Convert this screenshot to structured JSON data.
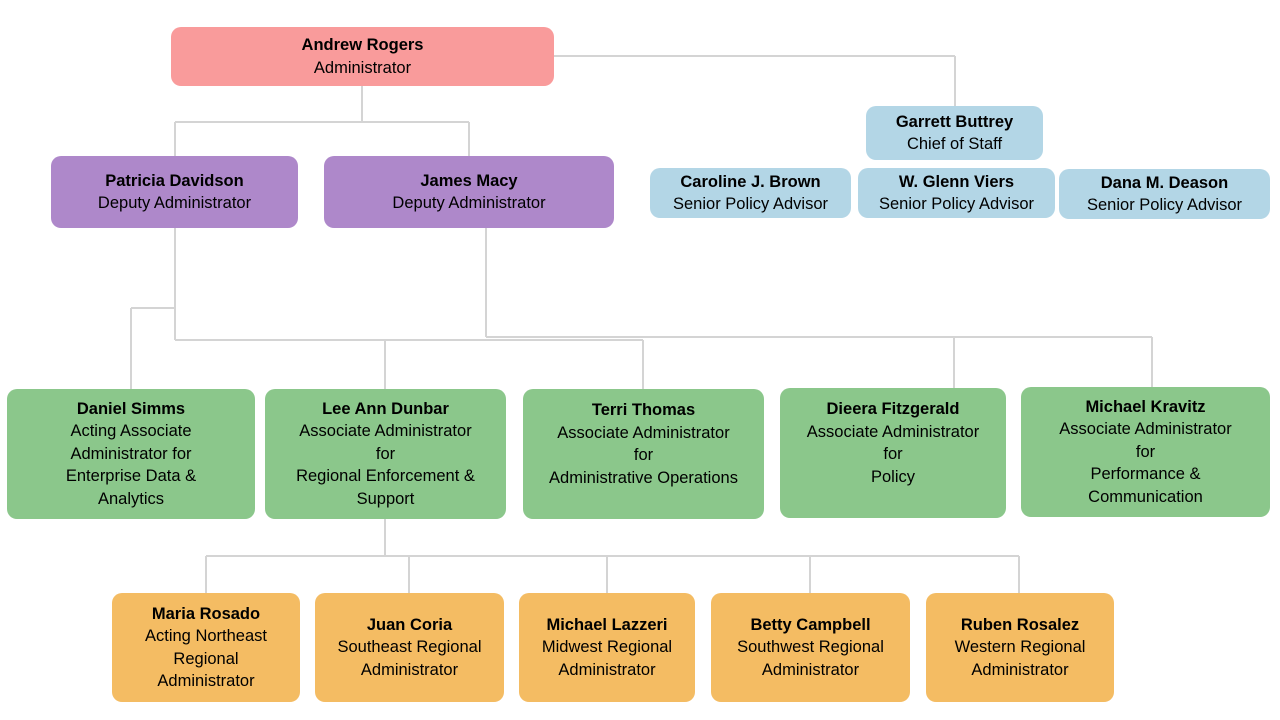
{
  "administrator": {
    "name": "Andrew Rogers",
    "title": "Administrator"
  },
  "chief_of_staff": {
    "name": "Garrett Buttrey",
    "title": "Chief of Staff"
  },
  "senior_policy_advisors": [
    {
      "name": "Caroline J. Brown",
      "title": "Senior Policy Advisor"
    },
    {
      "name": "W. Glenn Viers",
      "title": "Senior Policy Advisor"
    },
    {
      "name": "Dana M. Deason",
      "title": "Senior Policy Advisor"
    }
  ],
  "deputy_administrators": [
    {
      "name": "Patricia Davidson",
      "title": "Deputy Administrator"
    },
    {
      "name": "James Macy",
      "title": "Deputy Administrator"
    }
  ],
  "associate_administrators": [
    {
      "name": "Daniel Simms",
      "title": "Acting Associate\nAdministrator for\nEnterprise Data &\nAnalytics"
    },
    {
      "name": "Lee Ann Dunbar",
      "title": "Associate Administrator\nfor\nRegional Enforcement &\nSupport"
    },
    {
      "name": "Terri Thomas",
      "title": "Associate Administrator\nfor\nAdministrative Operations"
    },
    {
      "name": "Dieera Fitzgerald",
      "title": "Associate Administrator\nfor\nPolicy"
    },
    {
      "name": "Michael Kravitz",
      "title": "Associate Administrator\nfor\nPerformance &\nCommunication"
    }
  ],
  "regional_administrators": [
    {
      "name": "Maria Rosado",
      "title": "Acting Northeast\nRegional\nAdministrator"
    },
    {
      "name": "Juan Coria",
      "title": "Southeast Regional\nAdministrator"
    },
    {
      "name": "Michael Lazzeri",
      "title": "Midwest Regional\nAdministrator"
    },
    {
      "name": "Betty Campbell",
      "title": "Southwest Regional\nAdministrator"
    },
    {
      "name": "Ruben Rosalez",
      "title": "Western Regional\nAdministrator"
    }
  ],
  "colors": {
    "administrator": "#f99b9b",
    "deputy": "#ae88ca",
    "staff": "#b3d6e6",
    "associate": "#8bc78b",
    "regional": "#f4bc63",
    "connector": "#d4d4d4"
  }
}
